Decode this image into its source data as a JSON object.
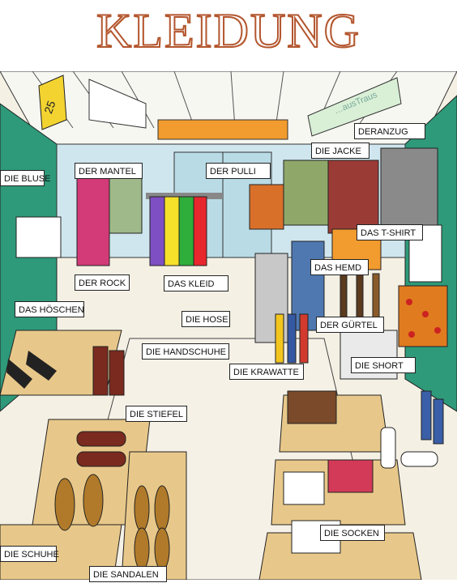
{
  "title": "KLEIDUNG",
  "shop": {
    "price_sign": "25",
    "banner_text": "…ausTraus"
  },
  "labels": {
    "bluse": "DIE BLUSE",
    "mantel": "DER MANTEL",
    "pulli": "DER PULLI",
    "anzug": "DERANZUG",
    "jacke": "DIE JACKE",
    "tshirt": "DAS T-SHIRT",
    "hemd": "DAS HEMD",
    "rock": "DER ROCK",
    "kleid": "DAS KLEID",
    "hoeschen": "DAS HÖSCHEN",
    "hose": "DIE HOSE",
    "guertel": "DER GÜRTEL",
    "handschuhe": "DIE HANDSCHUHE",
    "krawatte": "DIE KRAWATTE",
    "short": "DIE SHORT",
    "stiefel": "DIE STIEFEL",
    "socken": "DIE SOCKEN",
    "schuhe": "DIE SCHUHE",
    "sandalen": "DIE SANDALEN"
  },
  "colors": {
    "title_outline": "#b3562e",
    "wall_green": "#2e9a7a",
    "counter": "#e8c88a",
    "floor": "#f6f1e7"
  }
}
